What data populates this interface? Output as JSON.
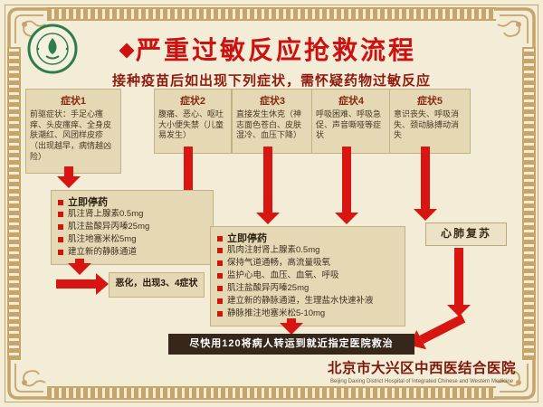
{
  "poster": {
    "title": "严重过敏反应抢救流程",
    "subtitle": "接种疫苗后如出现下列症状，需怀疑药物过敏反应",
    "symptoms": [
      {
        "label": "症状1",
        "text": "前驱症状：手足心瘙痒、头皮瘙痒、全身皮肤潮红、风团样皮疹（出现越早，病情越凶险）"
      },
      {
        "label": "症状2",
        "text": "腹痛、恶心、呕吐大小便失禁（儿童易发生）"
      },
      {
        "label": "症状3",
        "text": "直接发生休克（神志面色苍白、皮肤湿冷、血压下降）"
      },
      {
        "label": "症状4",
        "text": "呼吸困难、呼吸急促、声音嘶哑等症状"
      },
      {
        "label": "症状5",
        "text": "意识丧失、呼吸消失、颈动脉搏动消失"
      }
    ],
    "treatment_left": {
      "items": [
        "立即停药",
        "肌注肾上腺素0.5mg",
        "肌注盐酸异丙嗪25mg",
        "肌注地塞米松5mg",
        "建立新的静脉通道"
      ]
    },
    "treatment_main": {
      "items": [
        "立即停药",
        "肌肉注射肾上腺素0.5mg",
        "保持气道通畅，高流量吸氧",
        "监护心电、血压、血氧、呼吸",
        "肌注盐酸异丙嗪25mg",
        "建立新的静脉通道，生理盐水快速补液",
        "静脉推注地塞米松5-10mg"
      ]
    },
    "cpr_label": "心肺复苏",
    "worsen_note": "恶化，出现3、4症状",
    "transfer_banner": "尽快用120将病人转运到就近指定医院救治",
    "hospital": {
      "name_cn": "北京市大兴区中西医结合医院",
      "name_en": "Beijing Daxing District Hospital of Integrated Chinese and Western Medicine"
    },
    "icons": {
      "bullet": "red-square",
      "arrow": "solid-red-arrow",
      "logo": "green-round-hospital-emblem"
    },
    "colors": {
      "background": "#f3ecd6",
      "border_gold": "#c7a469",
      "title_red": "#cc1111",
      "subtitle_maroon": "#8e1b10",
      "arrow_red": "#d81510",
      "box_bg": "#e4d9b4",
      "banner_bg": "#37261a",
      "logo_green": "#2e7d4e"
    }
  }
}
